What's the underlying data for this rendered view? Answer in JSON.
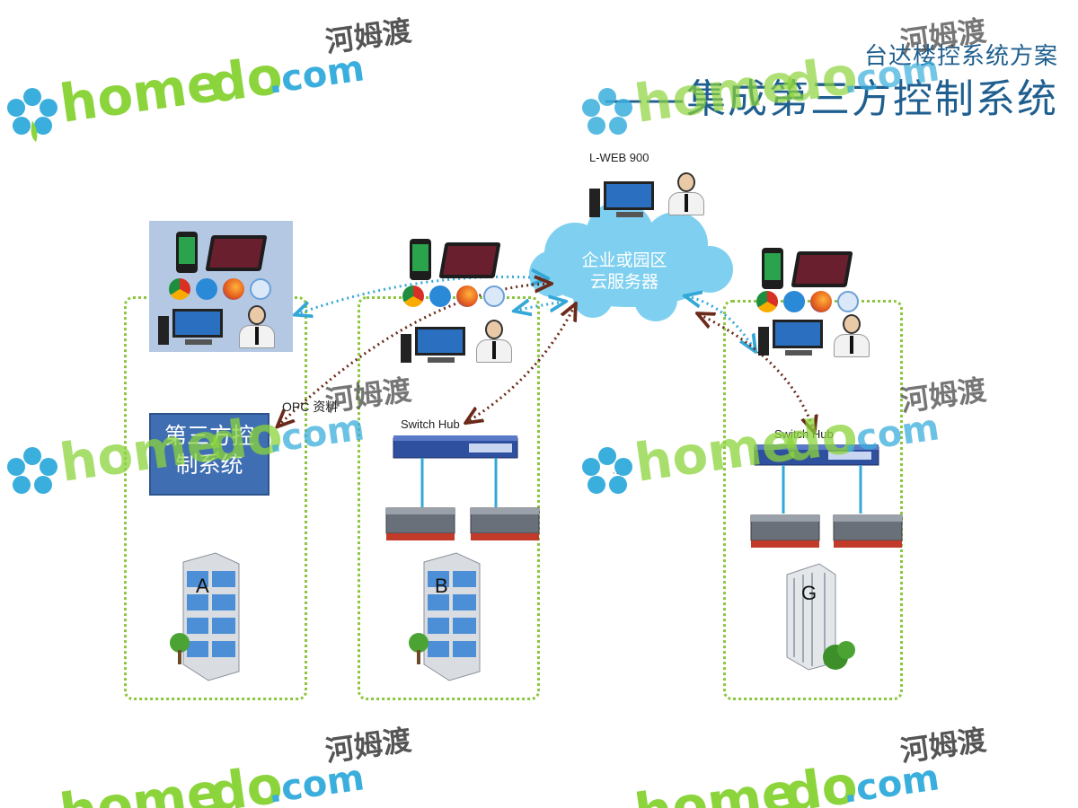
{
  "header": {
    "subtitle": "台达楼控系统方案",
    "title": "——集成第三方控制系统"
  },
  "diagram": {
    "cloud_label": "企业或园区\n云服务器",
    "lweb_label": "L-WEB 900",
    "third_party_label": "第三方控\n制系统",
    "opc_label": "OPC 资料",
    "switch_hub_b_label": "Switch Hub",
    "switch_hub_g_label": "Switch Hub",
    "ellipsis_label": "...",
    "buildings": [
      "A",
      "B",
      "G"
    ]
  },
  "watermark": {
    "text_latin": "homedo",
    "text_dotcom": ".com",
    "text_cn": "河姆渡",
    "color_green": "#8cd43c",
    "color_blue": "#3aaedc",
    "color_gray": "#555555"
  },
  "colors": {
    "zone_border": "#8cc63f",
    "title": "#1f5f8f",
    "cloud": "#7fd0f0",
    "link_blue": "#33a8d8",
    "link_brown": "#6b2a1a",
    "third_party_box": "#3f6fb2"
  }
}
